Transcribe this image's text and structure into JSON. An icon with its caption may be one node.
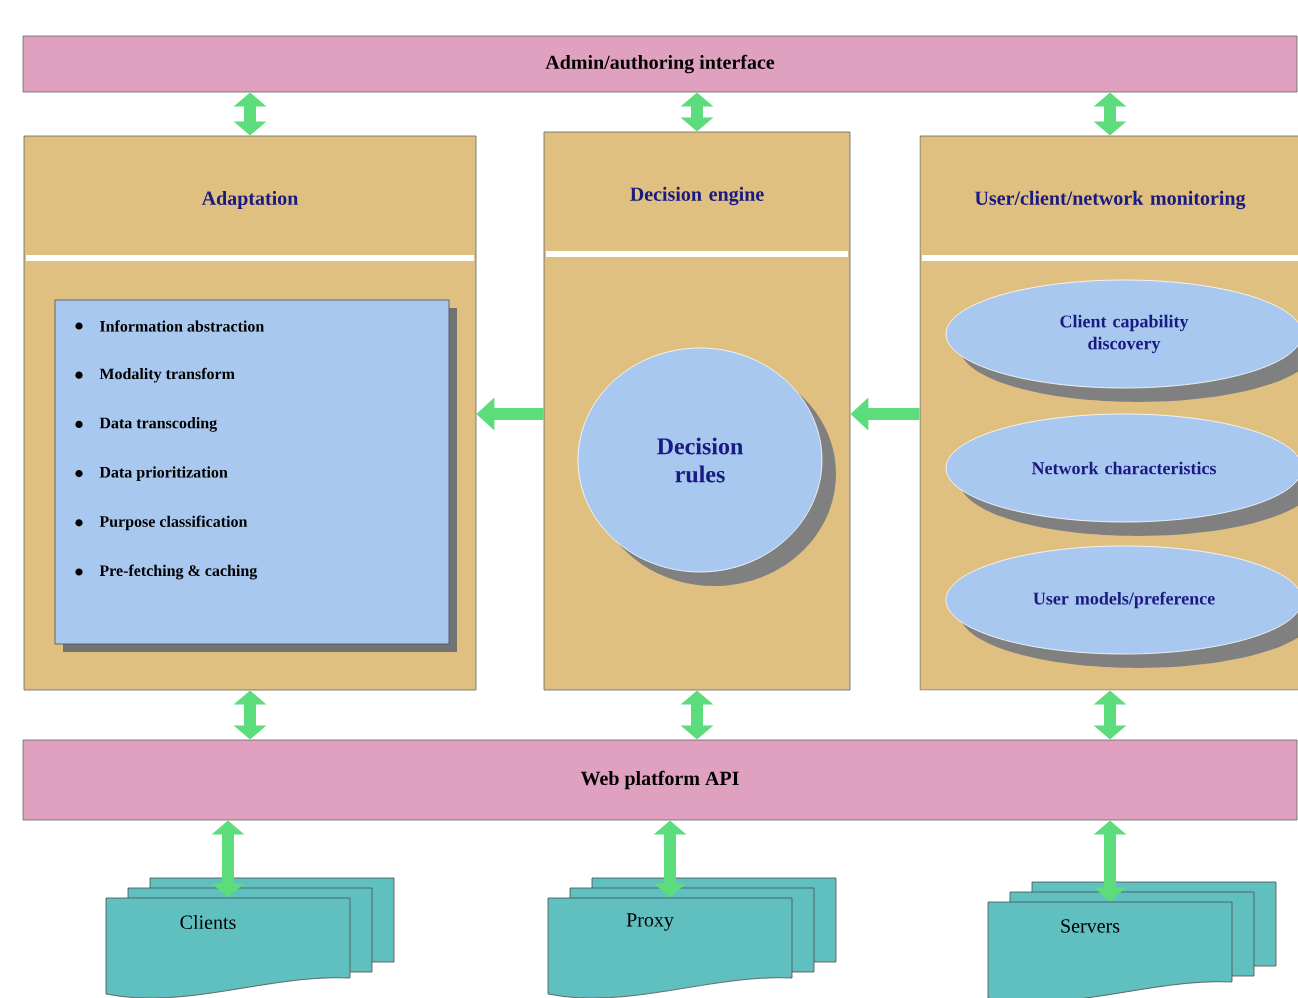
{
  "diagram": {
    "nodes": [
      {
        "text": [
          "Admin/authoring interface"
        ]
      },
      {
        "text": [
          "Adaptation"
        ]
      },
      {
        "text": [
          "Information abstraction",
          "Modality transform",
          "Data transcoding",
          "Data prioritization",
          "Purpose classification",
          "Pre-fetching & caching"
        ],
        "in": 1
      },
      {
        "text": [
          "Decision engine"
        ]
      },
      {
        "text": [
          "Decision rules"
        ],
        "in": 3
      },
      {
        "text": [
          "User/client/network monitoring"
        ]
      },
      {
        "text": [
          "Client capability discovery"
        ],
        "in": 5
      },
      {
        "text": [
          "Network characteristics"
        ],
        "in": 5
      },
      {
        "text": [
          "User models/preference"
        ],
        "in": 5
      },
      {
        "text": [
          "Web platform API"
        ]
      },
      {
        "text": [
          "Clients"
        ]
      },
      {
        "text": [
          "Proxy"
        ]
      },
      {
        "text": [
          "Servers"
        ]
      }
    ],
    "edges": [
      {
        "from": 0,
        "to": 1,
        "arrow": "both"
      },
      {
        "from": 0,
        "to": 3,
        "arrow": "both"
      },
      {
        "from": 0,
        "to": 5,
        "arrow": "both"
      },
      {
        "from": 3,
        "to": 1,
        "arrow": "to"
      },
      {
        "from": 5,
        "to": 3,
        "arrow": "to"
      },
      {
        "from": 1,
        "to": 9,
        "arrow": "both"
      },
      {
        "from": 3,
        "to": 9,
        "arrow": "both"
      },
      {
        "from": 5,
        "to": 9,
        "arrow": "both"
      },
      {
        "from": 9,
        "to": 10,
        "arrow": "both"
      },
      {
        "from": 9,
        "to": 11,
        "arrow": "both"
      },
      {
        "from": 9,
        "to": 12,
        "arrow": "both"
      }
    ]
  }
}
